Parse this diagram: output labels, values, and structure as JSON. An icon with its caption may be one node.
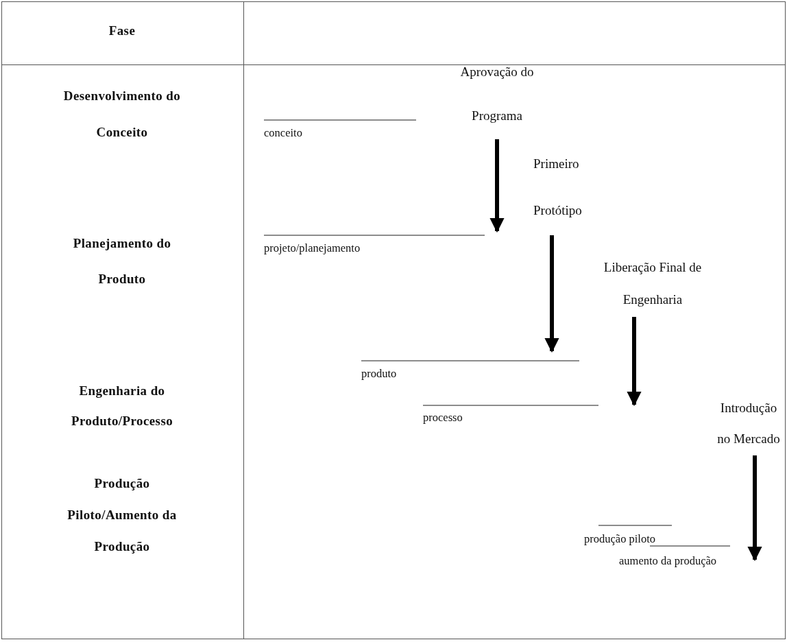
{
  "diagram": {
    "nodes": [
      {
        "text": [
          "Aprovação do Programa"
        ]
      },
      {
        "text": [
          "Primeiro Protótipo"
        ]
      },
      {
        "text": [
          "Liberação Final de Engenharia"
        ]
      },
      {
        "text": [
          "Introdução no Mercado"
        ]
      }
    ],
    "edges": [
      {
        "from": 0,
        "to": null,
        "arrow": "to"
      },
      {
        "from": 1,
        "to": null,
        "arrow": "to"
      },
      {
        "from": 2,
        "to": null,
        "arrow": "to"
      },
      {
        "from": 3,
        "to": null,
        "arrow": "to"
      }
    ],
    "labels": [
      "Fase",
      "Desenvolvimento do Conceito",
      "Planejamento do Produto",
      "Engenharia do Produto/Processo",
      "Produção Piloto/Aumento da Produção",
      "conceito",
      "projeto/planejamento",
      "produto",
      "processo",
      "produção piloto",
      "aumento da produção"
    ]
  }
}
